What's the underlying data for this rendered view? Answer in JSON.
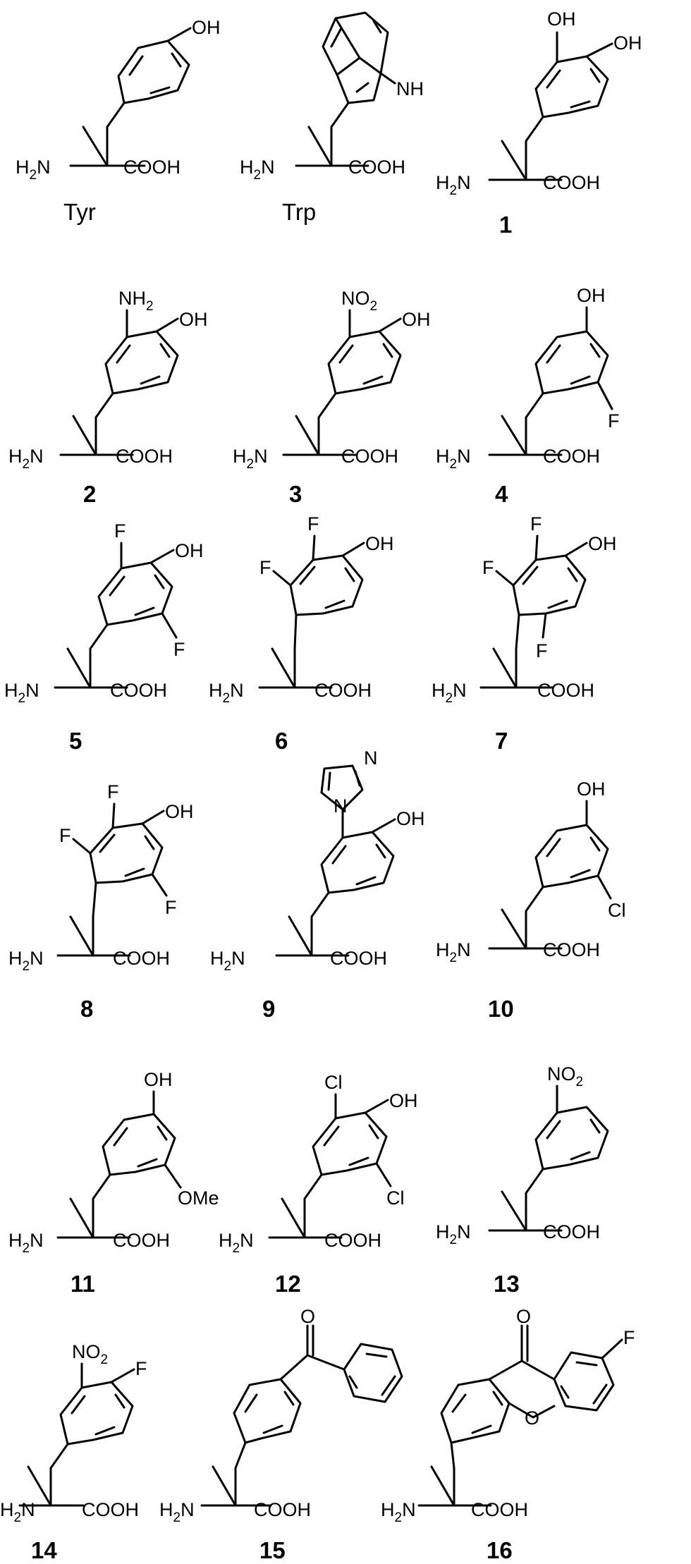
{
  "compounds": [
    {
      "label": "Tyr",
      "bold": false
    },
    {
      "label": "Trp",
      "bold": false
    },
    {
      "label": "1",
      "bold": true
    },
    {
      "label": "2",
      "bold": true
    },
    {
      "label": "3",
      "bold": true
    },
    {
      "label": "4",
      "bold": true
    },
    {
      "label": "5",
      "bold": true
    },
    {
      "label": "6",
      "bold": true
    },
    {
      "label": "7",
      "bold": true
    },
    {
      "label": "8",
      "bold": true
    },
    {
      "label": "9",
      "bold": true
    },
    {
      "label": "10",
      "bold": true
    },
    {
      "label": "11",
      "bold": true
    },
    {
      "label": "12",
      "bold": true
    },
    {
      "label": "13",
      "bold": true
    },
    {
      "label": "14",
      "bold": true
    },
    {
      "label": "15",
      "bold": true
    },
    {
      "label": "16",
      "bold": true
    }
  ],
  "atoms": {
    "amine": "H",
    "amine_sub": "2",
    "amine_n": "N",
    "acid": "COOH",
    "hydroxyl": "OH",
    "nh": "NH",
    "nh2_main": "NH",
    "nh2_sub": "2",
    "no2_main": "NO",
    "no2_sub": "2",
    "fluoro": "F",
    "chloro": "Cl",
    "methoxy": "OMe",
    "nitrogen": "N",
    "oxygen": "O"
  }
}
